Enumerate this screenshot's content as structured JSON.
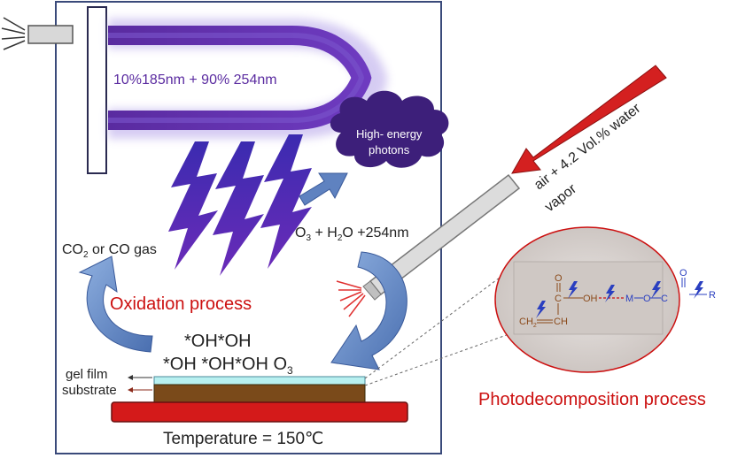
{
  "labels": {
    "lamp": "10%185nm + 90% 254nm",
    "photons": [
      "High- energy",
      "photons"
    ],
    "air_line1": "air + 4.2 Vol.% water",
    "air_line2": "vapor",
    "o3_reaction": {
      "o": "O",
      "sub3": "3",
      "plus_h": " + H",
      "sub2": "2",
      "rest": "O +254nm"
    },
    "co2": {
      "co": "CO",
      "sub2": "2",
      "rest": " or CO gas"
    },
    "oxidation": "Oxidation process",
    "oh_row1": "*OH*OH",
    "oh_row2": "*OH *OH*OH O",
    "oh_row2_sub": "3",
    "gel_film": "gel film",
    "substrate": "substrate",
    "temperature": "Temperature = 150℃",
    "photodecomposition": "Photodecomposition process"
  },
  "molecule": {
    "o_top_left": "O",
    "c_left": "C",
    "oh": "OH",
    "ch2": "CH",
    "ch2_sub": "2",
    "ch": "CH",
    "m": "M",
    "o_mid": "O",
    "c_right": "C",
    "o_top_right": "O",
    "r": "R"
  },
  "colors": {
    "chamber_border": "#3a4a7a",
    "lamp_purple": "#5a2ba0",
    "bolt_blue": "#2a3fc0",
    "cloud": "#3d1f7a",
    "red_arrow": "#d42020",
    "heater": "#d41a1a",
    "substrate": "#7a4a1a",
    "film": "#b8f0f0",
    "blue_arrow": "#5f82c0",
    "oxidation_text": "#cc1010",
    "photodecomposition_text": "#cc1010",
    "molecule_brown": "#8b4a1a",
    "molecule_blue": "#2a3fc0",
    "ellipse_fill": "#d6d0cc",
    "ellipse_border": "#cc1010"
  },
  "icons": [
    "lamp-bulb-icon",
    "lightning-bolt-icon",
    "cloud-icon",
    "curved-arrow-icon",
    "heater-plate-icon",
    "red-arrow-icon",
    "nozzle-icon"
  ]
}
